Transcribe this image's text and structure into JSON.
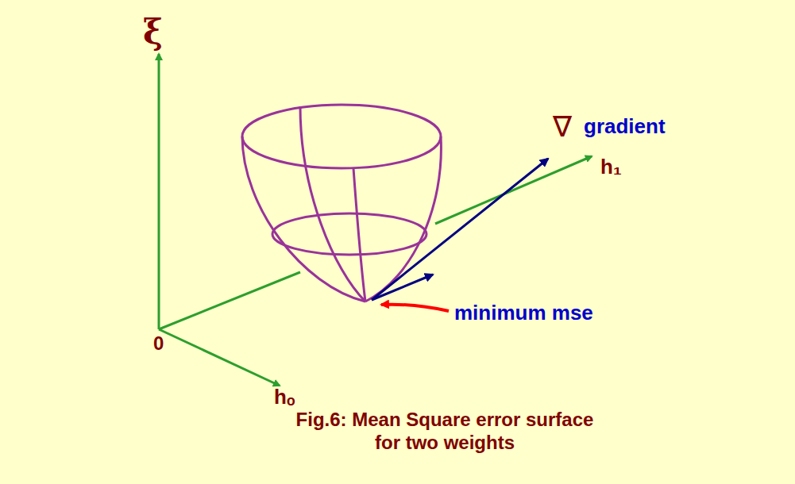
{
  "diagram": {
    "caption": "Fig.6: Mean Square error surface for two weights",
    "labels": [
      "ξ",
      "0",
      "hₒ",
      "h₁",
      "∇",
      "gradient",
      "minimum mse"
    ]
  }
}
